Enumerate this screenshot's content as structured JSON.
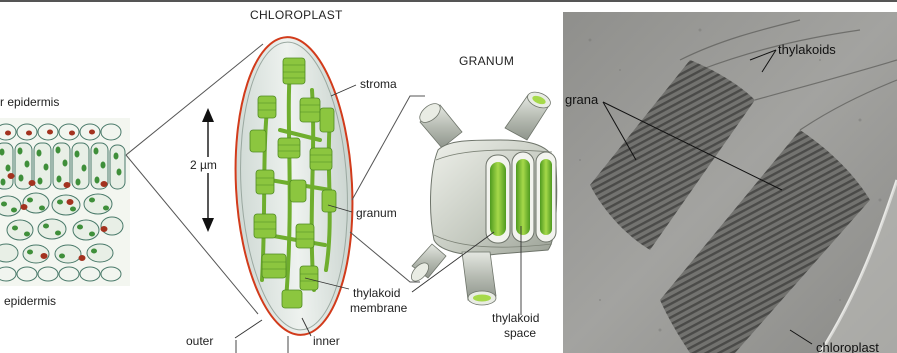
{
  "labels": {
    "chloroplast_title": "CHLOROPLAST",
    "granum_title": "GRANUM",
    "epidermis_top": "r epidermis",
    "epidermis_bottom": "epidermis",
    "scale": "2 µm",
    "stroma": "stroma",
    "granum": "granum",
    "thylakoid_membrane_1": "thylakoid",
    "thylakoid_membrane_2": "membrane",
    "thylakoid_space_1": "thylakoid",
    "thylakoid_space_2": "space",
    "outer": "outer",
    "inner": "inner"
  },
  "micrograph": {
    "thylakoids": "thylakoids",
    "grana": "grana",
    "chloroplast": "chloroplast"
  },
  "colors": {
    "cell_wall": "#4a7a6a",
    "leaf_cell_fill": "#e6efe6",
    "chloroplast_green": "#3f8f3a",
    "chloroplast_red": "#a3321f",
    "outer_membrane": "#d23b1b",
    "stroma_fill": "#dfe7e3",
    "thylakoid_green": "#8cc63f",
    "thylakoid_dark": "#4f8a22",
    "granum_gray": "#c9cdc6",
    "em_background": "#9a9a96"
  }
}
